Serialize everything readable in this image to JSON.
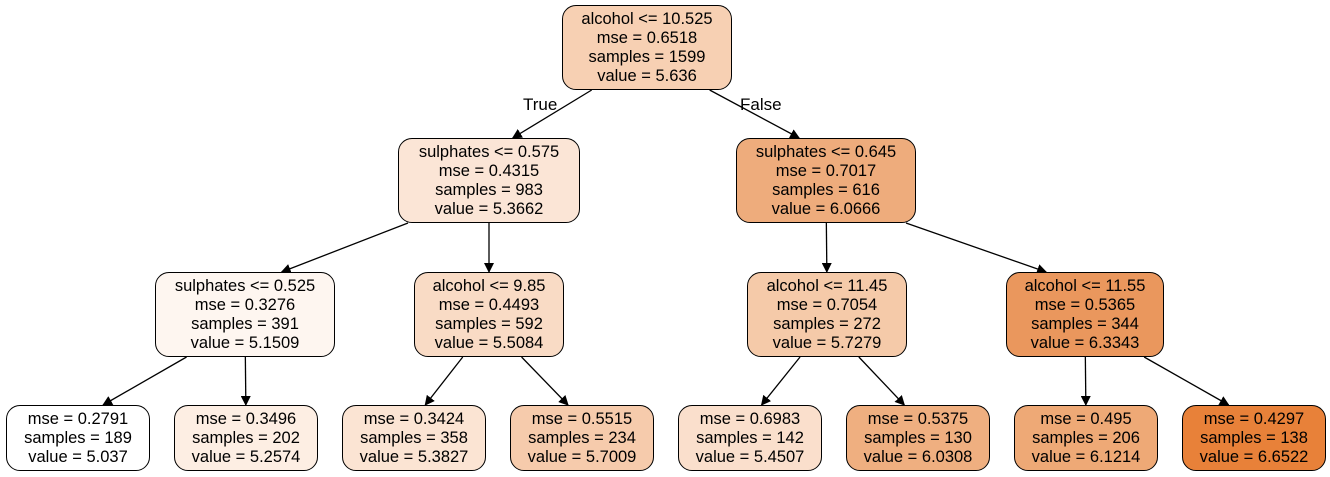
{
  "edge_labels": {
    "true_label": "True",
    "false_label": "False"
  },
  "nodes": [
    {
      "lines": [
        "alcohol <= 10.525",
        "mse = 0.6518",
        "samples = 1599",
        "value = 5.636"
      ],
      "fill": "#f7d0b3"
    },
    {
      "lines": [
        "sulphates <= 0.575",
        "mse = 0.4315",
        "samples = 983",
        "value = 5.3662"
      ],
      "fill": "#fbe5d6"
    },
    {
      "lines": [
        "sulphates <= 0.645",
        "mse = 0.7017",
        "samples = 616",
        "value = 6.0666"
      ],
      "fill": "#eeac7c"
    },
    {
      "lines": [
        "sulphates <= 0.525",
        "mse = 0.3276",
        "samples = 391",
        "value = 5.1509"
      ],
      "fill": "#fef6f0"
    },
    {
      "lines": [
        "alcohol <= 9.85",
        "mse = 0.4493",
        "samples = 592",
        "value = 5.5084"
      ],
      "fill": "#f9dbc5"
    },
    {
      "lines": [
        "alcohol <= 11.45",
        "mse = 0.7054",
        "samples = 272",
        "value = 5.7279"
      ],
      "fill": "#f5caa9"
    },
    {
      "lines": [
        "alcohol <= 11.55",
        "mse = 0.5365",
        "samples = 344",
        "value = 6.3343"
      ],
      "fill": "#ea975d"
    },
    {
      "lines": [
        "mse = 0.2791",
        "samples = 189",
        "value = 5.037"
      ],
      "fill": "#ffffff"
    },
    {
      "lines": [
        "mse = 0.3496",
        "samples = 202",
        "value = 5.2574"
      ],
      "fill": "#fdeee3"
    },
    {
      "lines": [
        "mse = 0.3424",
        "samples = 358",
        "value = 5.3827"
      ],
      "fill": "#fbe4d3"
    },
    {
      "lines": [
        "mse = 0.5515",
        "samples = 234",
        "value = 5.7009"
      ],
      "fill": "#f6cbac"
    },
    {
      "lines": [
        "mse = 0.6983",
        "samples = 142",
        "value = 5.4507"
      ],
      "fill": "#fadfcc"
    },
    {
      "lines": [
        "mse = 0.5375",
        "samples = 130",
        "value = 6.0308"
      ],
      "fill": "#efaf80"
    },
    {
      "lines": [
        "mse = 0.495",
        "samples = 206",
        "value = 6.1214"
      ],
      "fill": "#eea976"
    },
    {
      "lines": [
        "mse = 0.4297",
        "samples = 138",
        "value = 6.6522"
      ],
      "fill": "#e88139"
    }
  ],
  "edges": [
    [
      0,
      1
    ],
    [
      0,
      2
    ],
    [
      1,
      3
    ],
    [
      1,
      4
    ],
    [
      2,
      5
    ],
    [
      2,
      6
    ],
    [
      3,
      7
    ],
    [
      3,
      8
    ],
    [
      4,
      9
    ],
    [
      4,
      10
    ],
    [
      5,
      11
    ],
    [
      5,
      12
    ],
    [
      6,
      13
    ],
    [
      6,
      14
    ]
  ]
}
